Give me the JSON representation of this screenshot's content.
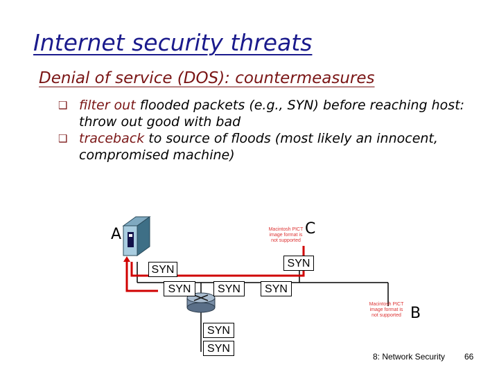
{
  "slide": {
    "title": "Internet security threats",
    "subtitle": "Denial of service (DOS): countermeasures",
    "bullets": [
      {
        "keyword": "filter out",
        "rest": " flooded packets (e.g., SYN) before reaching host: throw out good with bad"
      },
      {
        "keyword": "traceback",
        "rest": " to source of floods (most likely an innocent, compromised machine)"
      }
    ]
  },
  "diagram": {
    "node_a": "A",
    "node_b": "B",
    "node_c": "C",
    "pict_placeholder": "Macintosh PICT image format is not supported",
    "syn_labels": [
      "SYN",
      "SYN",
      "SYN",
      "SYN",
      "SYN",
      "SYN",
      "SYN"
    ]
  },
  "footer": {
    "left": "8: Network Security",
    "page": "66"
  },
  "colors": {
    "title": "#1a1a8c",
    "subtitle": "#7a1515",
    "traceback_path": "#d00000"
  }
}
